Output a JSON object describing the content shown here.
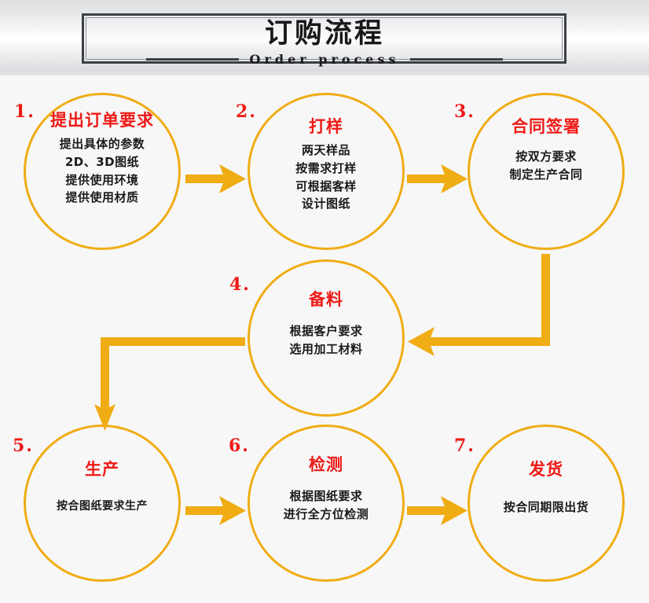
{
  "header": {
    "title": "订购流程",
    "subtitle": "Order process"
  },
  "colors": {
    "accent": "#f0ac13",
    "title_red": "#ef1a16",
    "text_dark": "#1a1a1a",
    "header_border": "#3c3f44",
    "background": "#f7f7f7"
  },
  "flow": {
    "steps": [
      {
        "number": "1.",
        "title": "提出订单要求",
        "lines": [
          "提出具体的参数",
          "2D、3D图纸",
          "提供使用环境",
          "提供使用材质"
        ]
      },
      {
        "number": "2.",
        "title": "打样",
        "lines": [
          "两天样品",
          "按需求打样",
          "可根据客样",
          "设计图纸"
        ]
      },
      {
        "number": "3.",
        "title": "合同签署",
        "lines": [
          "按双方要求",
          "制定生产合同"
        ]
      },
      {
        "number": "4.",
        "title": "备料",
        "lines": [
          "根据客户要求",
          "选用加工材料"
        ]
      },
      {
        "number": "5.",
        "title": "生产",
        "lines": [
          "按合图纸要求生产"
        ]
      },
      {
        "number": "6.",
        "title": "检测",
        "lines": [
          "根据图纸要求",
          "进行全方位检测"
        ]
      },
      {
        "number": "7.",
        "title": "发货",
        "lines": [
          "按合同期限出货"
        ]
      }
    ],
    "connectors": [
      {
        "name": "arrow-step1-to-step2",
        "direction": "right"
      },
      {
        "name": "arrow-step2-to-step3",
        "direction": "right"
      },
      {
        "name": "arrow-step3-to-step4",
        "direction": "down-then-left"
      },
      {
        "name": "arrow-step4-to-step5",
        "direction": "left-then-down"
      },
      {
        "name": "arrow-step5-to-step6",
        "direction": "right"
      },
      {
        "name": "arrow-step6-to-step7",
        "direction": "right"
      }
    ]
  }
}
